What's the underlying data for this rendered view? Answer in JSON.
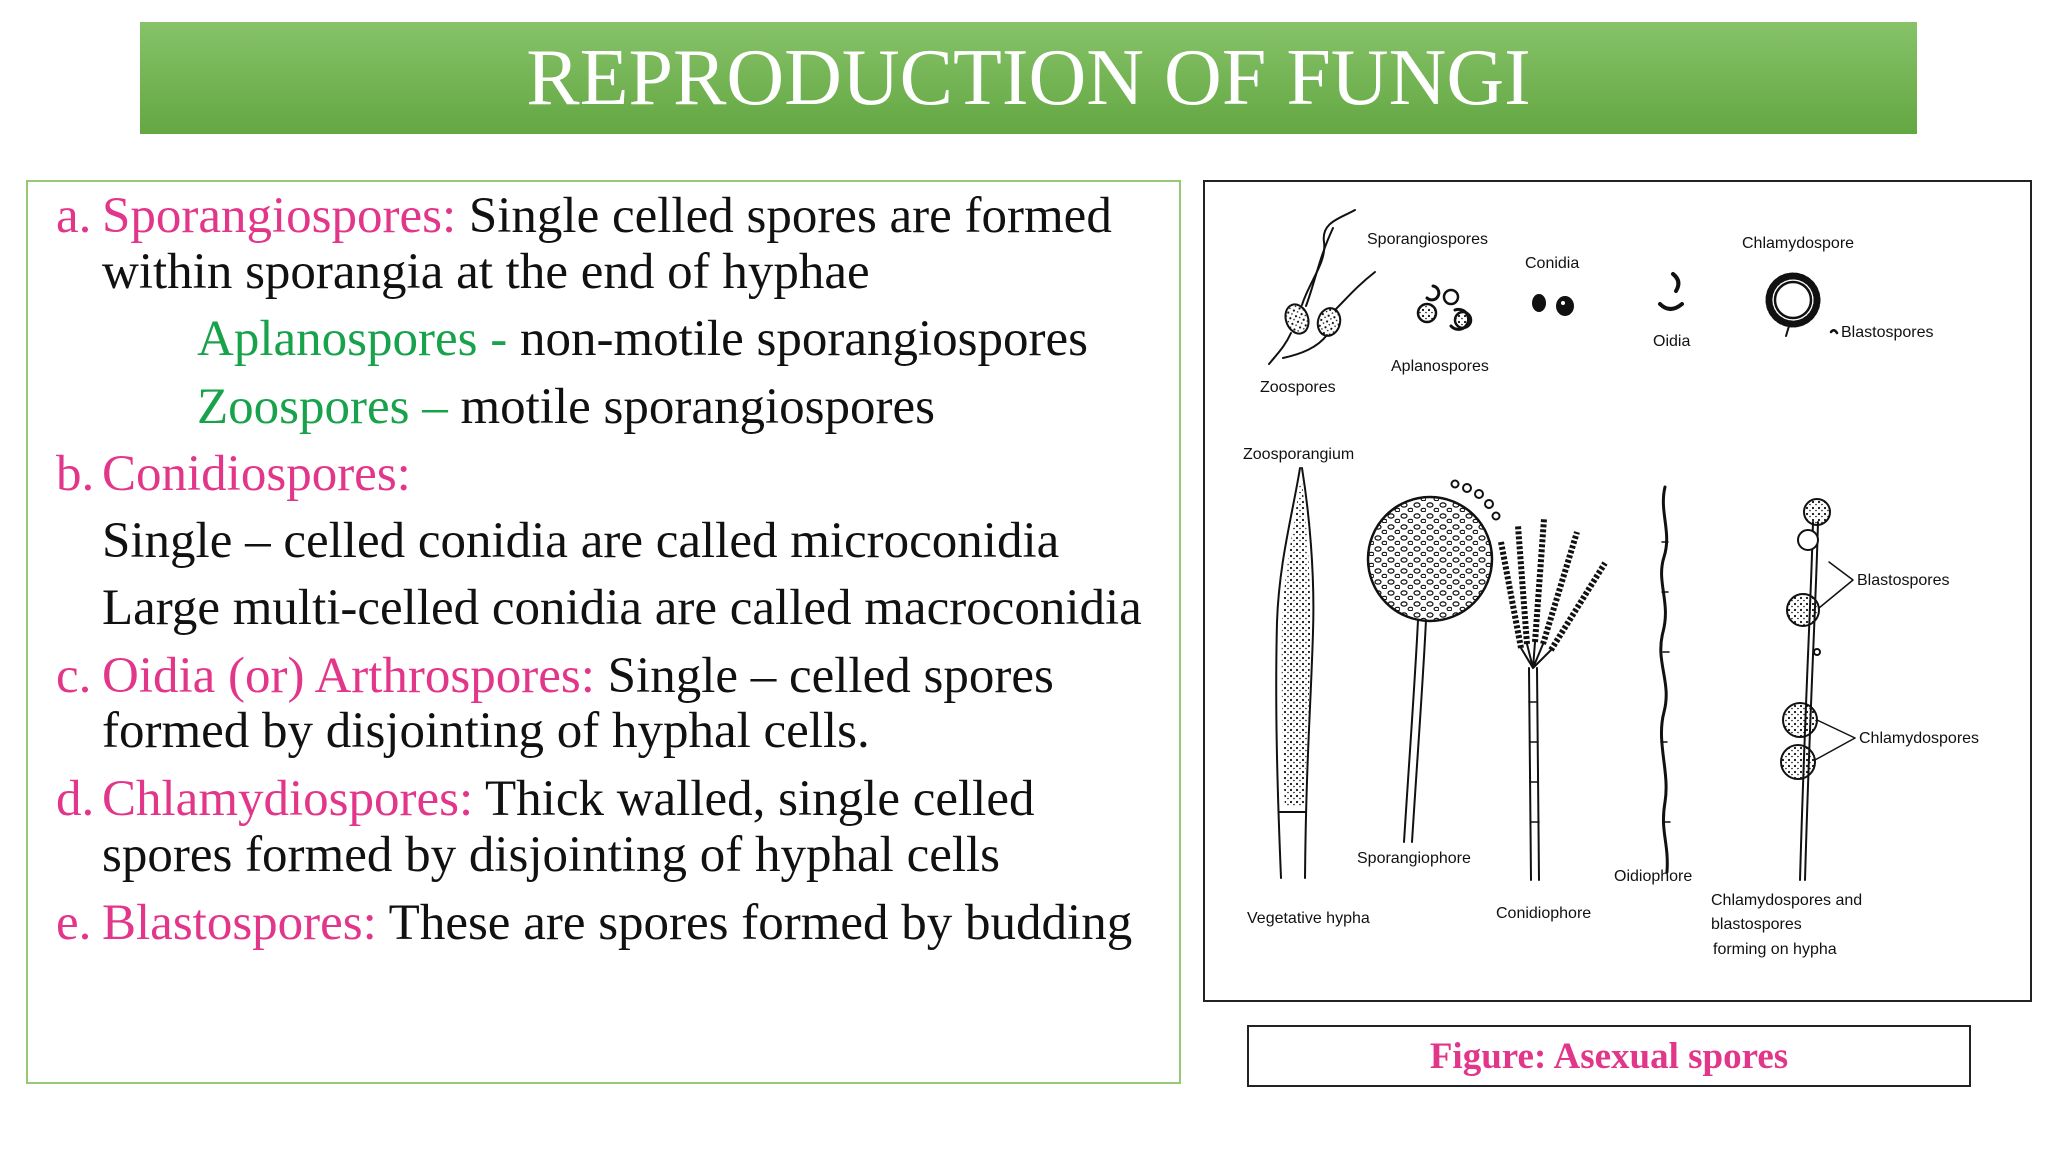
{
  "theme": {
    "term_color": "#e2368a",
    "sub_term_color": "#19a24c",
    "banner_color": "#6cb548",
    "box_border_color": "#96c977"
  },
  "slide": {
    "title": "REPRODUCTION OF FUNGI"
  },
  "items": [
    {
      "marker": "a.",
      "label": "Sporangiospores:",
      "text": "Single celled spores are formed",
      "continuation": "within sporangia at the end of hyphae",
      "subitems": [
        {
          "label": "Aplanospores -",
          "text": "non-motile sporangiospores"
        },
        {
          "label": "Zoospores –",
          "text": "motile sporangiospores"
        }
      ]
    },
    {
      "marker": "b.",
      "label": "Conidiospores:",
      "details": [
        "Single – celled conidia are called microconidia",
        "Large multi-celled conidia are called macroconidia"
      ]
    },
    {
      "marker": "c.",
      "label": "Oidia (or) Arthrospores:",
      "text": "Single – celled spores",
      "continuation": "formed by disjointing of hyphal cells."
    },
    {
      "marker": "d.",
      "label": "Chlamydiospores:",
      "text": "Thick walled, single celled",
      "continuation": "spores formed by disjointing of hyphal cells"
    },
    {
      "marker": "e.",
      "label": "Blastospores:",
      "text": "These are spores formed by budding"
    }
  ],
  "figure": {
    "caption": "Figure: Asexual spores",
    "labels": {
      "sporangiospores": "Sporangiospores",
      "conidia": "Conidia",
      "chlamydospore": "Chlamydospore",
      "blastospores_top": "Blastospores",
      "aplanospores": "Aplanospores",
      "oidia": "Oidia",
      "zoospores": "Zoospores",
      "zoosporangium": "Zoosporangium",
      "blastospores_hypha": "Blastospores",
      "chlamydospores_hypha": "Chlamydospores",
      "sporangiophore": "Sporangiophore",
      "oidiophore": "Oidiophore",
      "vegetative_hypha": "Vegetative hypha",
      "conidiophore": "Conidiophore",
      "chlamydo_blasto_note": [
        "Chlamydospores and",
        "blastospores",
        "forming on hypha"
      ]
    }
  }
}
